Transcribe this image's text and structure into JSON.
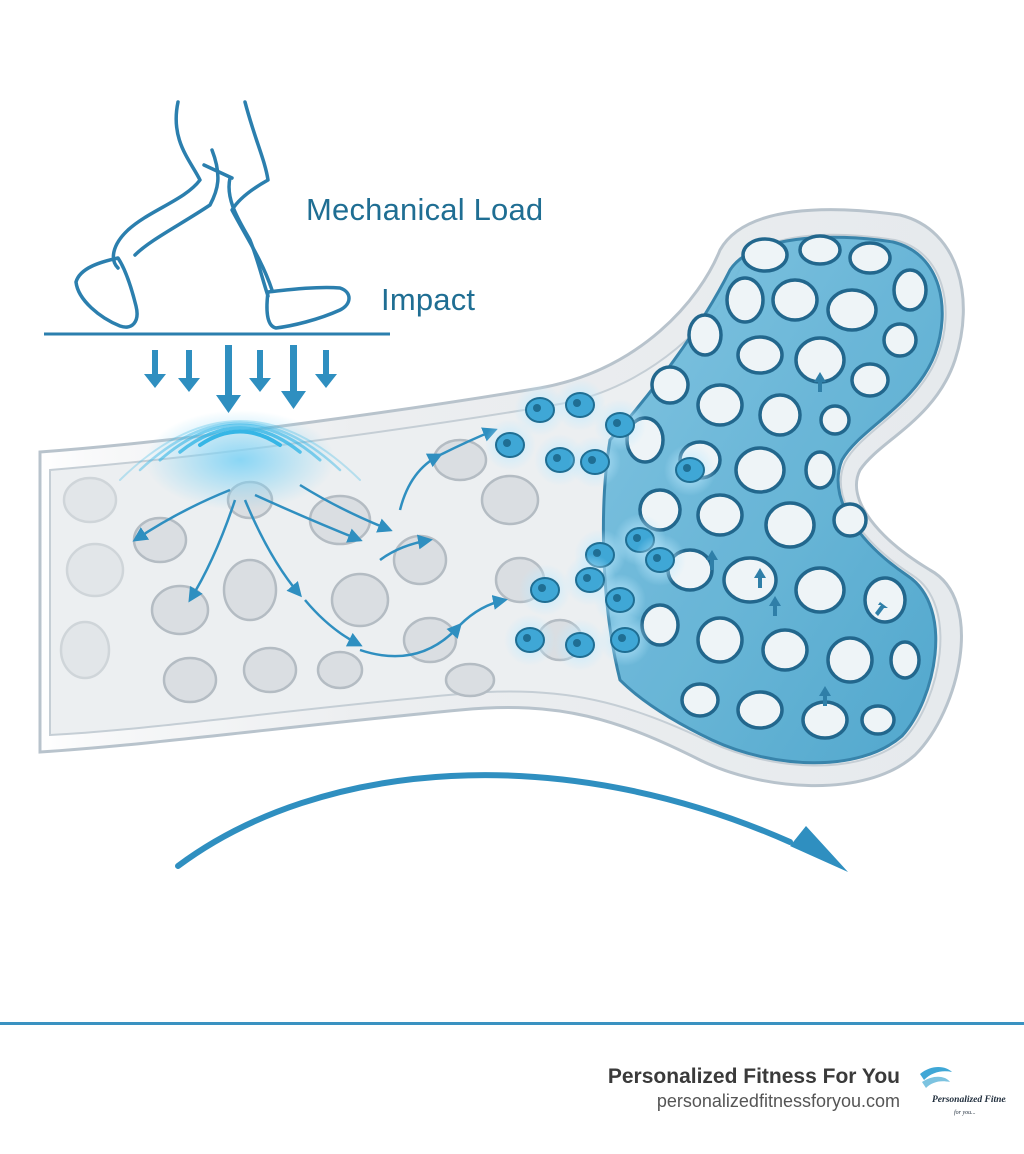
{
  "labels": {
    "load": "Mechanical Load",
    "impact": "Impact"
  },
  "footer": {
    "brand_name": "Personalized Fitness For You",
    "brand_url": "personalizedfitnessforyou.com",
    "logo_text": "Personalized Fitness",
    "logo_subtext": "for you..."
  },
  "colors": {
    "accent": "#2f8fc0",
    "line": "#2b7fae",
    "bone_fill": "#f3f4f5",
    "trabecular": "#6fb9d8",
    "text": "#1f6e93"
  },
  "icons": [
    "walking-legs-icon",
    "shoe-icon",
    "impact-arrow-icon",
    "osteocyte-cell-icon",
    "growth-arrow-icon"
  ]
}
